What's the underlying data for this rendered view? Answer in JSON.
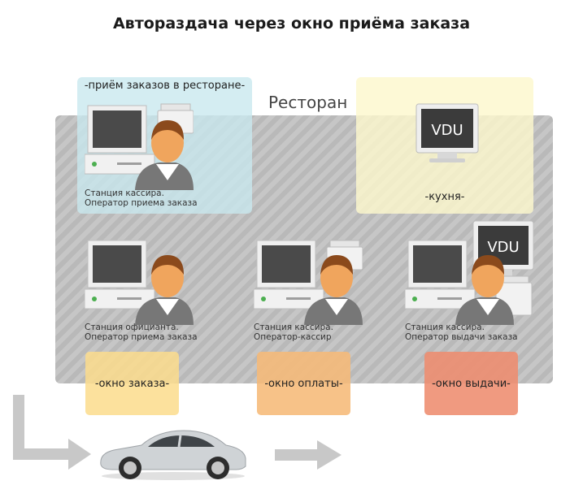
{
  "title": "Автораздача через окно приёма заказа",
  "restaurant_label": "Ресторан",
  "zones": {
    "order_intake": "-приём заказов в ресторане-",
    "kitchen": "-кухня-"
  },
  "vdu_label": "VDU",
  "stations": [
    {
      "caption_line1": "Станция кассира.",
      "caption_line2": "Оператор приема заказа"
    },
    {
      "caption_line1": "Станция официанта.",
      "caption_line2": "Оператор приема заказа"
    },
    {
      "caption_line1": "Станция кассира.",
      "caption_line2": "Оператор-кассир"
    },
    {
      "caption_line1": "Станция кассира.",
      "caption_line2": "Оператор выдачи заказа"
    }
  ],
  "windows": {
    "order": "-окно заказа-",
    "payment": "-окно оплаты-",
    "issue": "-окно выдачи-"
  },
  "colors": {
    "order_window": "#fbdc8c",
    "payment_window": "#f6b978",
    "issue_window": "#ee8c6e",
    "order_intake_zone": "#c8e8ee",
    "kitchen_zone": "#fcf8cd"
  }
}
